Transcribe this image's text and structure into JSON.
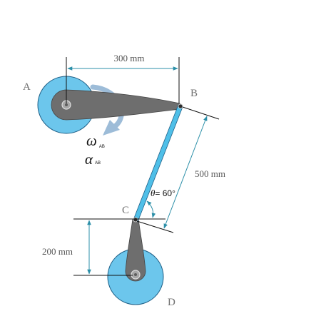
{
  "points": {
    "a": "A",
    "b": "B",
    "c": "C",
    "d": "D"
  },
  "dimensions": {
    "ab_horizontal": "300 mm",
    "bc_length": "500 mm",
    "cd_vertical": "200 mm"
  },
  "kinematics": {
    "omega_symbol": "ω",
    "alpha_symbol": "α",
    "subscript": "AB"
  },
  "angle": {
    "symbol": "θ",
    "value": "= 60°"
  },
  "colors": {
    "disk_fill": "#6cc6ec",
    "disk_stroke": "#1e5f86",
    "link_fill": "#6e6e6e",
    "rod_fill": "#4fbfe8",
    "dimension_line": "#2b8fa8",
    "arrow": "#9dbcd8"
  }
}
